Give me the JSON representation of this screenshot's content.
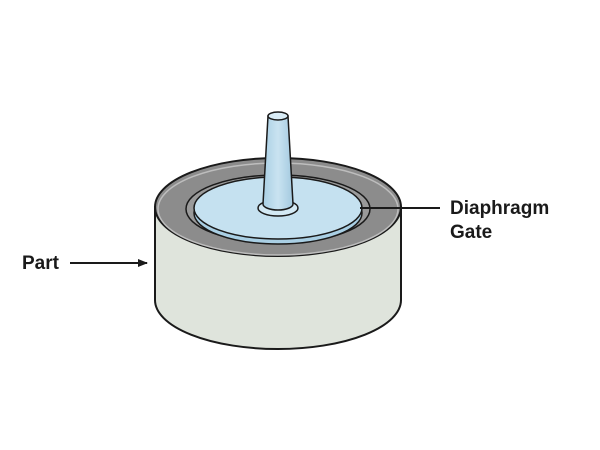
{
  "diagram": {
    "labels": {
      "part": "Part",
      "diaphragm_gate_line1": "Diaphragm",
      "diaphragm_gate_line2": "Gate"
    },
    "colors": {
      "part_fill": "#dfe4dc",
      "part_top_ring": "#8c8c8c",
      "ring_highlight": "#b3b3b3",
      "gate_disk": "#c5e1f0",
      "sprue": "#b4d6ea",
      "outline": "#1a1a1a"
    }
  }
}
